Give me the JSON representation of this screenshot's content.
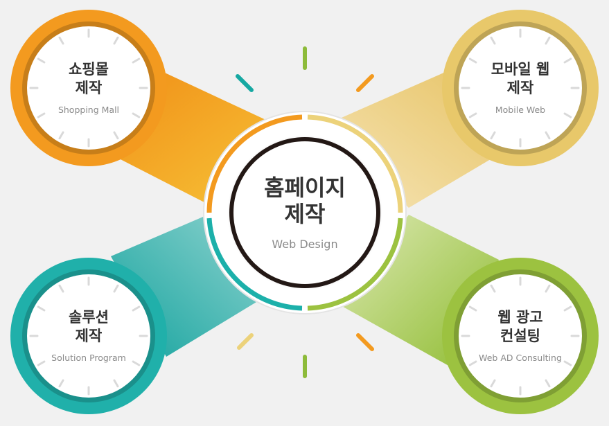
{
  "center": {
    "title_line1": "홈페이지",
    "title_line2": "제작",
    "subtitle": "Web Design"
  },
  "services": [
    {
      "title_line1": "쇼핑몰",
      "title_line2": "제작",
      "subtitle": "Shopping Mall",
      "color": "#f39a1f"
    },
    {
      "title_line1": "모바일 웹",
      "title_line2": "제작",
      "subtitle": "Mobile Web",
      "color": "#e8c86a"
    },
    {
      "title_line1": "솔루션",
      "title_line2": "제작",
      "subtitle": "Solution Program",
      "color": "#20b0aa"
    },
    {
      "title_line1": "웹 광고",
      "title_line2": "컨설팅",
      "subtitle": "Web AD Consulting",
      "color": "#9cc240"
    }
  ],
  "colors": {
    "orange": "#f39a1f",
    "yellow": "#e8c86a",
    "teal": "#20b0aa",
    "green": "#9cc240",
    "background": "#f1f1f1",
    "center_ring": "#231815"
  }
}
